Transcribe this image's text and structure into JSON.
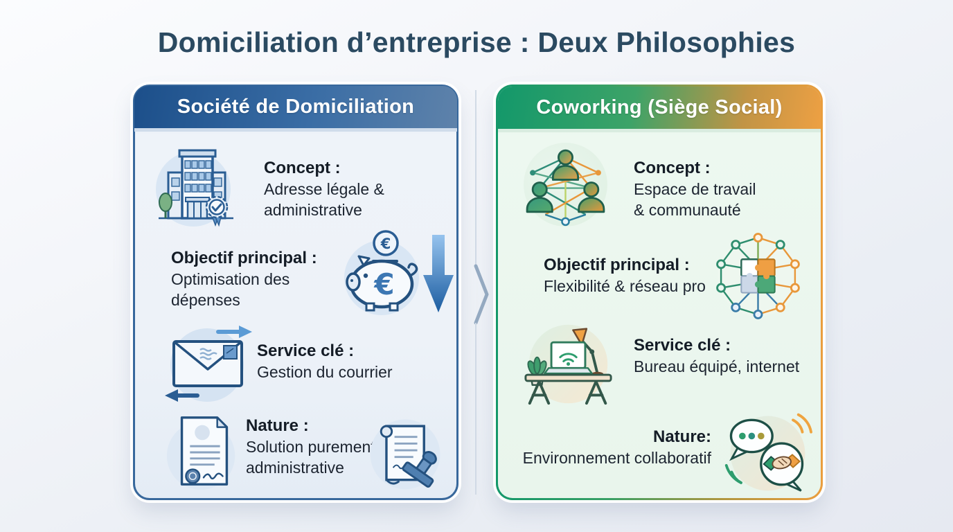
{
  "title": "Domiciliation d’entreprise : Deux Philosophies",
  "colors": {
    "title_text": "#2b4a61",
    "left_accent": "#2a5d93",
    "left_header_gradient": [
      "#1c4f8a",
      "#5e82aa"
    ],
    "right_green": "#14986a",
    "right_orange": "#eb9e3e",
    "left_body": "#edf2f8",
    "right_body": "#e9f5ec"
  },
  "left_card": {
    "header": "Société de Domiciliation",
    "rows": [
      {
        "icon": "building-certified-icon",
        "label": "Concept :",
        "lines": [
          "Adresse légale &",
          "administrative"
        ]
      },
      {
        "icon": "piggy-bank-euro-icon",
        "icon2": "cost-down-arrow-icon",
        "label": "Objectif principal :",
        "lines": [
          "Optimisation des",
          "dépenses"
        ]
      },
      {
        "icon": "mail-envelope-icon",
        "label": "Service clé :",
        "lines": [
          "Gestion du courrier"
        ]
      },
      {
        "icon": "certificate-document-icon",
        "icon2": "stamp-scroll-icon",
        "label": "Nature :",
        "lines": [
          "Solution purement",
          "administrative"
        ]
      }
    ]
  },
  "right_card": {
    "header": "Coworking (Siège Social)",
    "rows": [
      {
        "icon": "people-network-icon",
        "label": "Concept :",
        "lines": [
          "Espace de travail",
          "& communauté"
        ]
      },
      {
        "icon": "puzzle-network-icon",
        "label": "Objectif principal :",
        "lines": [
          "Flexibilité & réseau pro"
        ]
      },
      {
        "icon": "equipped-desk-icon",
        "label": "Service clé :",
        "lines": [
          "Bureau équipé, internet"
        ]
      },
      {
        "icon": "chat-handshake-icon",
        "label": "Nature:",
        "lines": [
          "Environnement collaboratif"
        ]
      }
    ]
  }
}
